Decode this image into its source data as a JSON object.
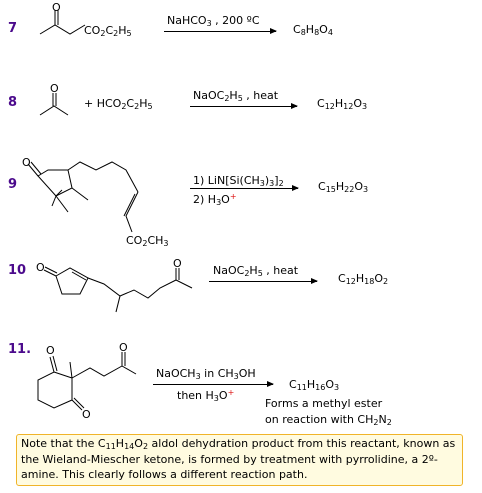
{
  "reactions": [
    {
      "number": "7",
      "reactant_label": "CO2C2H5",
      "conditions": "NaHCO3 , 200 ºC",
      "product": "C8H8O4"
    },
    {
      "number": "8",
      "reactant_extra": "+ HCO2C2H5",
      "conditions": "NaOC2H5 , heat",
      "product": "C12H12O3"
    },
    {
      "number": "9",
      "reactant_label": "CO2CH3",
      "conditions_line1": "1) LiN[Si(CH3)3]2",
      "conditions_line2": "2) H3O+",
      "product": "C15H22O3"
    },
    {
      "number": "10",
      "conditions": "NaOC2H5 , heat",
      "product": "C12H18O2"
    },
    {
      "number": "11.",
      "conditions_line1": "NaOCH3 in CH3OH",
      "conditions_line2": "then H3O+",
      "product": "C11H16O3",
      "comment_line1": "Forms a methyl ester",
      "comment_line2": "on reaction with CH2N2"
    }
  ],
  "note": "Note that the C11H14O2 aldol dehydration product from this reactant, known as the Wieland-Miescher ketone, is formed by treatment with pyrrolidine, a 2º-amine. This clearly follows a different reaction path.",
  "colors": {
    "number": "#4b0a8c",
    "plus_sign": "#dd1111",
    "note_bg": "#fffbe0",
    "note_border": "#f0b429"
  }
}
